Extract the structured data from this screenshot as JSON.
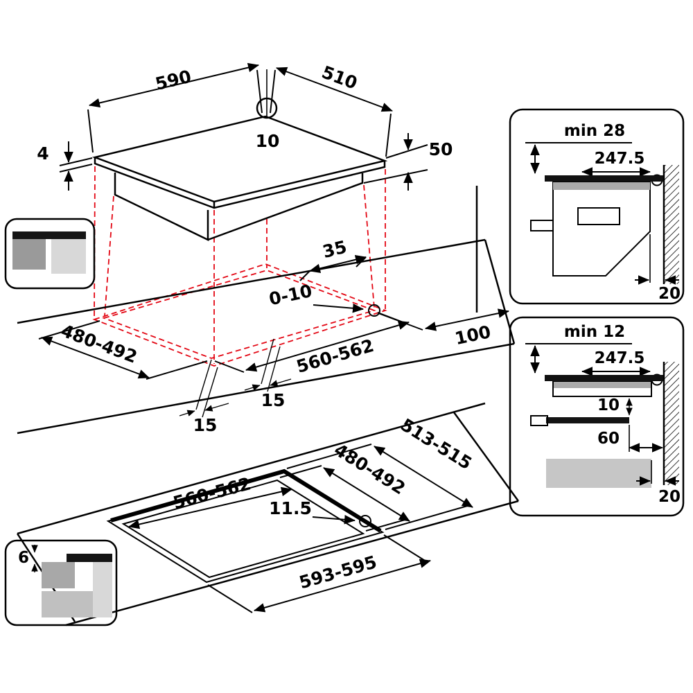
{
  "hob": {
    "width": "590",
    "depth": "510",
    "hole": "10",
    "glass": "4",
    "height": "50"
  },
  "worktop": {
    "offset35": "35",
    "hole_range": "0-10",
    "cutout_depth": "480-492",
    "side": "100",
    "cutout_width": "560-562",
    "overhang1": "15",
    "overhang2": "15"
  },
  "flush": {
    "outer_depth": "513-515",
    "inner_depth": "480-492",
    "inner_width": "560-562",
    "ledge": "11.5",
    "outer_width": "593-595",
    "step": "6"
  },
  "top_section": {
    "min": "min 28",
    "hole": "247.5",
    "wall": "20"
  },
  "bottom_section": {
    "min": "min 12",
    "hole": "247.5",
    "gap": "10",
    "shelf": "60",
    "wall": "20"
  }
}
